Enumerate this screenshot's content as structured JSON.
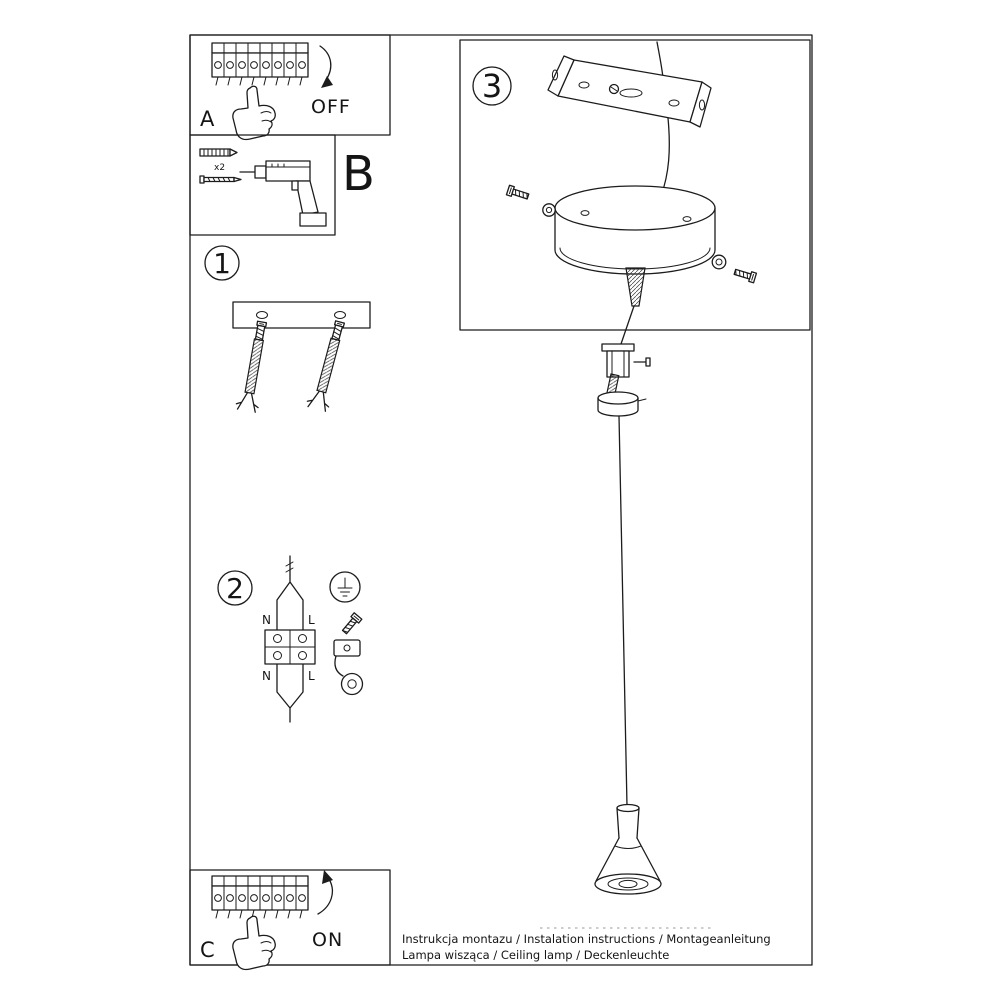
{
  "panels": {
    "a": {
      "letter": "A",
      "switch_label": "OFF"
    },
    "b": {
      "letter": "B",
      "dowel_qty": "x2"
    },
    "c": {
      "letter": "C",
      "switch_label": "ON"
    }
  },
  "steps": {
    "s1": {
      "num": "1"
    },
    "s2": {
      "num": "2",
      "labels": {
        "n1": "N",
        "l1": "L",
        "n2": "N",
        "l2": "L"
      }
    },
    "s3": {
      "num": "3"
    }
  },
  "footer": {
    "line1": "Instrukcja montazu / Instalation instructions / Montageanleitung",
    "line2": "Lampa wisząca / Ceiling lamp / Deckenleuchte"
  },
  "colors": {
    "line": "#1c1c1c",
    "bg": "#ffffff"
  }
}
